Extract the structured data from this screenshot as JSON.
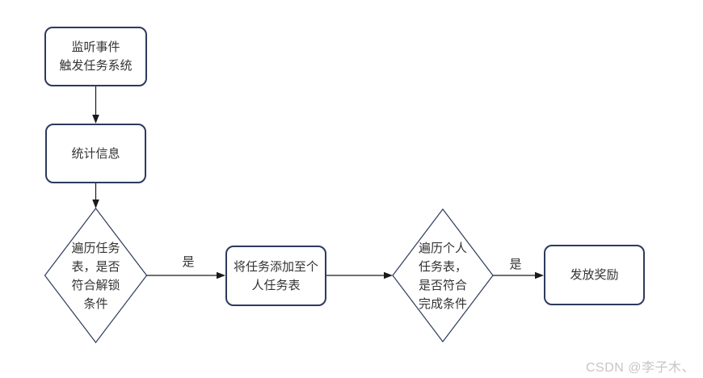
{
  "colors": {
    "background": "#ffffff",
    "shape_border": "#2d3a5e",
    "connector": "#1a1a1a",
    "text": "#333333",
    "watermark_text": "#c8c5c4"
  },
  "nodes": {
    "listen_event": {
      "label": "监听事件\n触发任务系统"
    },
    "stats_info": {
      "label": "统计信息"
    },
    "unlock_check": {
      "label": "遍历任务\n表，是否\n符合解锁\n条件"
    },
    "add_task": {
      "label": "将任务添加至个\n人任务表"
    },
    "complete_check": {
      "label": "遍历个人\n任务表，\n是否符合\n完成条件"
    },
    "grant_reward": {
      "label": "发放奖励"
    }
  },
  "edge_labels": {
    "unlock_yes": "是",
    "complete_yes": "是"
  },
  "watermark": "CSDN @李子木、"
}
